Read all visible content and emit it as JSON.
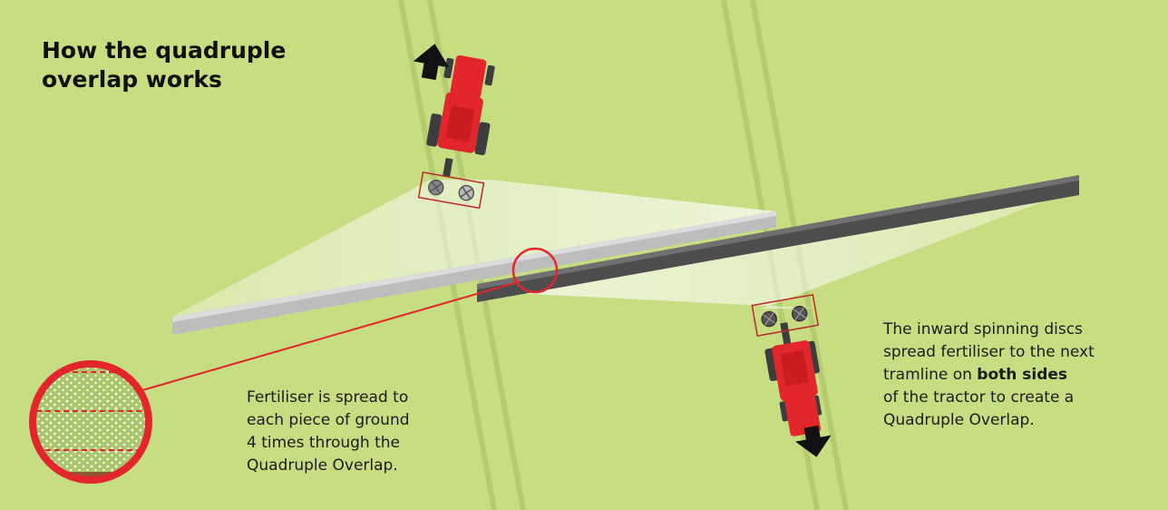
{
  "title": {
    "line1": "How the quadruple",
    "line2": "overlap works"
  },
  "caption_left": {
    "line1": "Fertiliser is spread to",
    "line2": "each piece of ground",
    "line3": "4 times through the",
    "line4": "Quadruple Overlap."
  },
  "caption_right": {
    "line1": "The inward spinning discs",
    "line2": "spread fertiliser to the next",
    "line3_prefix": "tramline on ",
    "line3_bold": "both sides",
    "line4": "of the tractor to create a",
    "line5": "Quadruple Overlap."
  },
  "colors": {
    "field": "#c6dd82",
    "tramline": "#b3cc6e",
    "tractor_body": "#e3262b",
    "tyre": "#3d3d3d",
    "light_strip": "#bcbcbc",
    "dark_strip": "#4a4a4a",
    "zoom_ring": "#e3262b",
    "soil": "#8a5a2c"
  }
}
